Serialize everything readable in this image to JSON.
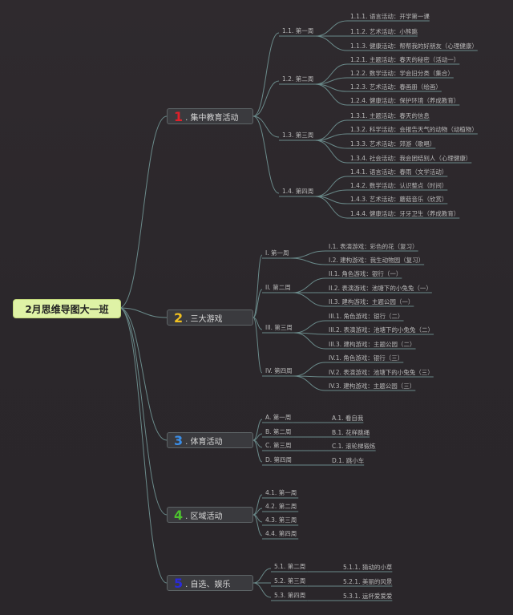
{
  "root": "2月思维导图大一班",
  "branches": [
    {
      "num": "1",
      "text": ". 集中教育活动",
      "color": "#e0202a",
      "weeks": [
        {
          "label": "1.1. 第一周",
          "items": [
            "1.1.1. 语言活动：开学第一课",
            "1.1.2. 艺术活动：小熊跳",
            "1.1.3. 健康活动：帮帮我的好朋友（心理健康）"
          ]
        },
        {
          "label": "1.2. 第二周",
          "items": [
            "1.2.1. 主题活动：春天的秘密（活动一）",
            "1.2.2. 数学活动：学会旧分类（集合）",
            "1.2.3. 艺术活动：春画册（绘画）",
            "1.2.4. 健康活动：保护环境（养成教育）"
          ]
        },
        {
          "label": "1.3. 第三周",
          "items": [
            "1.3.1. 主题活动：春天的信息",
            "1.3.2. 科学活动：会报告天气的动物（动植物）",
            "1.3.3. 艺术活动：郊游（歌唱）",
            "1.3.4. 社会活动：我会团结别人（心理健康）"
          ]
        },
        {
          "label": "1.4. 第四周",
          "items": [
            "1.4.1. 语言活动：春雨（文学活动）",
            "1.4.2. 数学活动：认识整点（时间）",
            "1.4.3. 艺术活动：蘑菇音乐（欣赏）",
            "1.4.4. 健康活动：牙牙卫生（养成教育）"
          ]
        }
      ]
    },
    {
      "num": "2",
      "text": ". 三大游戏",
      "color": "#f0c020",
      "weeks": [
        {
          "label": "I. 第一周",
          "items": [
            "I.1. 表演游戏：彩色的花（复习）",
            "I.2. 建构游戏：我生动物园（复习）"
          ]
        },
        {
          "label": "II. 第二周",
          "items": [
            "II.1. 角色游戏：银行（一）",
            "II.2. 表演游戏：池塘下的小兔兔（一）",
            "II.3. 建构游戏：主题公园（一）"
          ]
        },
        {
          "label": "III. 第三周",
          "items": [
            "III.1. 角色游戏：银行（二）",
            "III.2. 表演游戏：池塘下的小兔兔（二）",
            "III.3. 建构游戏：主题公园（二）"
          ]
        },
        {
          "label": "IV. 第四周",
          "items": [
            "IV.1. 角色游戏：银行（三）",
            "IV.2. 表演游戏：池塘下的小兔兔（三）",
            "IV.3. 建构游戏：主题公园（三）"
          ]
        }
      ]
    },
    {
      "num": "3",
      "text": ". 体育活动",
      "color": "#3a8ee8",
      "weeks": [
        {
          "label": "A. 第一周",
          "items": [
            "A.1. 看自我"
          ]
        },
        {
          "label": "B. 第二周",
          "items": [
            "B.1. 花样跳绳"
          ]
        },
        {
          "label": "C. 第三周",
          "items": [
            "C.1. 滚轮梯锻炼"
          ]
        },
        {
          "label": "D. 第四周",
          "items": [
            "D.1. 跳小车"
          ]
        }
      ]
    },
    {
      "num": "4",
      "text": ". 区域活动",
      "color": "#4cc22e",
      "weeks": [
        {
          "label": "4.1. 第一周",
          "items": []
        },
        {
          "label": "4.2. 第二周",
          "items": []
        },
        {
          "label": "4.3. 第三周",
          "items": []
        },
        {
          "label": "4.4. 第四周",
          "items": []
        }
      ]
    },
    {
      "num": "5",
      "text": ". 自选、娱乐",
      "color": "#2a2ad8",
      "weeks": [
        {
          "label": "5.1. 第二周",
          "items": [
            "5.1.1. 猜动的小草"
          ]
        },
        {
          "label": "5.2. 第三周",
          "items": [
            "5.2.1. 美丽的风景"
          ]
        },
        {
          "label": "5.3. 第四周",
          "items": [
            "5.3.1. 运杯爱爱爱"
          ]
        }
      ]
    }
  ]
}
